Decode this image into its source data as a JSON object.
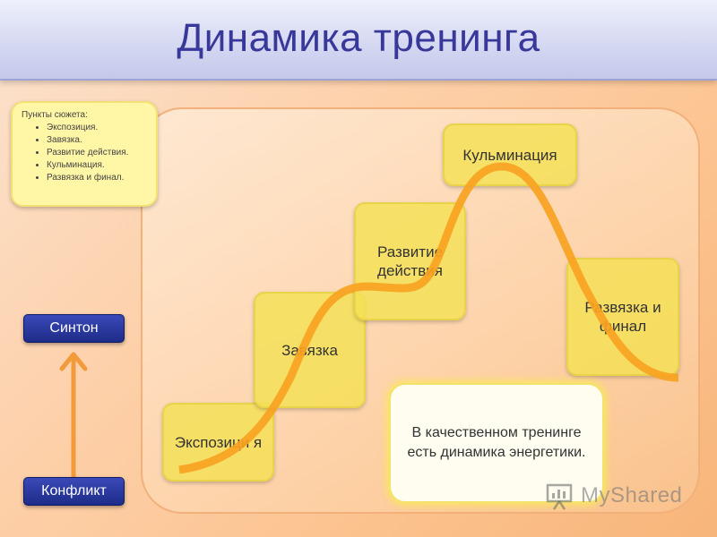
{
  "title": "Динамика тренинга",
  "plot_note": {
    "heading": "Пункты сюжета:",
    "items": [
      "Экспозиция.",
      "Завязка.",
      "Развитие действия.",
      "Кульминация.",
      "Развязка и финал."
    ]
  },
  "steps": {
    "exposition": "Экспозици я",
    "setup": "Завязка",
    "development": "Развитие действия",
    "climax": "Кульминация",
    "resolution": "Развязка и финал"
  },
  "info_text": "В качественном тренинге есть динамика энергетики.",
  "labels": {
    "top": "Синтон",
    "bottom": "Конфликт"
  },
  "watermark": "MyShared",
  "colors": {
    "title": "#38389a",
    "curve": "#f7a321",
    "step_fill": "#f4e054",
    "tag": "#1e2c88",
    "arrow": "#f39a3a"
  }
}
